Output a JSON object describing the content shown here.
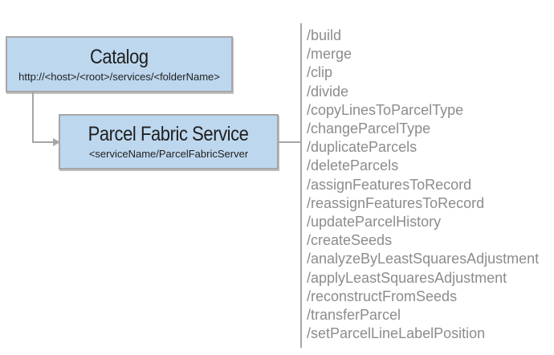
{
  "colors": {
    "box_fill": "#bdd7ee",
    "box_border": "#a6a6a6",
    "connector": "#a6a6a6",
    "list_text": "#8c8c8c",
    "title_text": "#1f1f1f"
  },
  "catalog_box": {
    "title": "Catalog",
    "subtitle": "http://<host>/<root>/services/<folderName>"
  },
  "service_box": {
    "title": "Parcel Fabric Service",
    "subtitle": "<serviceName/ParcelFabricServer"
  },
  "operations": [
    "/build",
    "/merge",
    "/clip",
    "/divide",
    "/copyLinesToParcelType",
    "/changeParcelType",
    "/duplicateParcels",
    "/deleteParcels",
    "/assignFeaturesToRecord",
    "/reassignFeaturesToRecord",
    "/updateParcelHistory",
    "/createSeeds",
    "/analyzeByLeastSquaresAdjustment",
    "/applyLeastSquaresAdjustment",
    "/reconstructFromSeeds",
    "/transferParcel",
    "/setParcelLineLabelPosition"
  ]
}
